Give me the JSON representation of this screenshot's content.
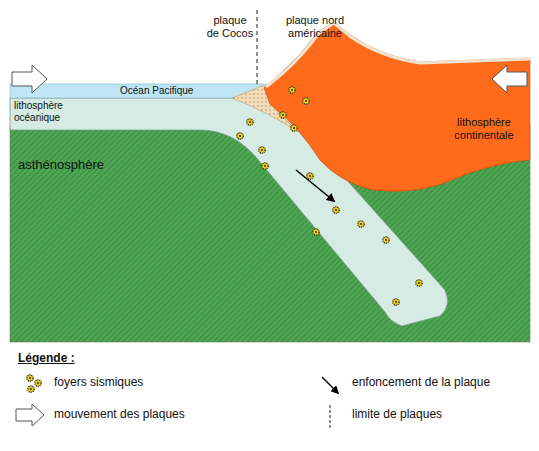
{
  "diagram": {
    "labels": [
      "plaque de Cocos",
      "plaque nord américaine",
      "Océan Pacifique",
      "lithosphère océanique",
      "lithosphère continentale",
      "asthénosphère",
      "Légende :"
    ],
    "legend": [
      {
        "text": "foyers sismiques"
      },
      {
        "text": "enfoncement de la plaque"
      },
      {
        "text": "mouvement des plaques"
      },
      {
        "text": "limite de plaques"
      }
    ]
  }
}
